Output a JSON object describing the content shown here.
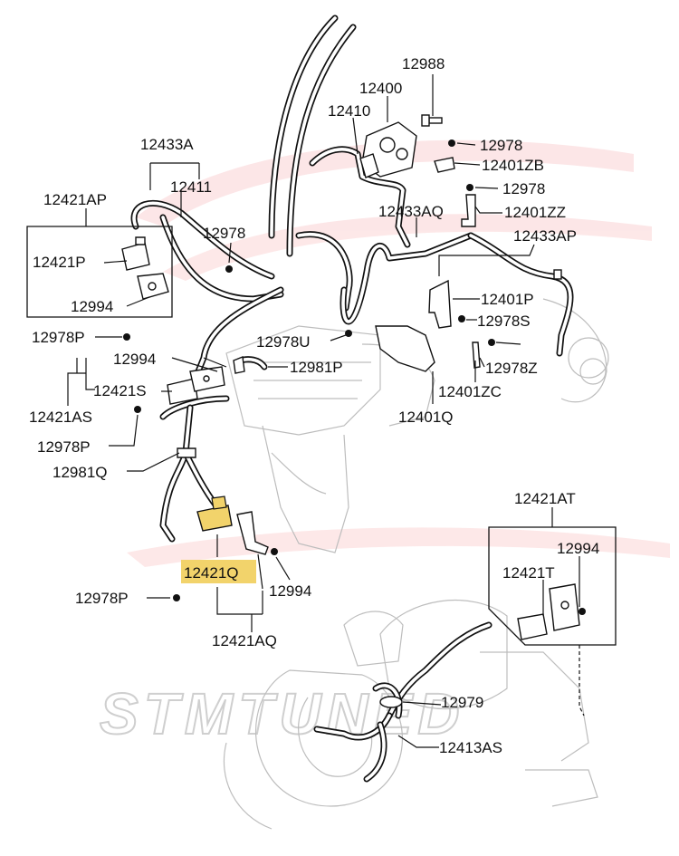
{
  "watermark": "STMTUNED",
  "highlight_color": "#f2d36b",
  "accent_color": "#e8191f",
  "labels": {
    "p12988": "12988",
    "p12400": "12400",
    "p12410": "12410",
    "p12978_a": "12978",
    "p12401ZB": "12401ZB",
    "p12978_b": "12978",
    "p12401ZZ": "12401ZZ",
    "p12433A": "12433A",
    "p12411": "12411",
    "p12421AP": "12421AP",
    "p12978_c": "12978",
    "p12433AQ": "12433AQ",
    "p12433AP": "12433AP",
    "p12421P": "12421P",
    "p12994_a": "12994",
    "p12401P": "12401P",
    "p12978S": "12978S",
    "p12978P_a": "12978P",
    "p12978U": "12978U",
    "p12994_b": "12994",
    "p12981P": "12981P",
    "p12978Z": "12978Z",
    "p12421S": "12421S",
    "p12401ZC": "12401ZC",
    "p12421AS": "12421AS",
    "p12401Q": "12401Q",
    "p12978P_b": "12978P",
    "p12981Q": "12981Q",
    "p12421AT": "12421AT",
    "p12994_c": "12994",
    "p12421T": "12421T",
    "p12421Q": "12421Q",
    "p12978P_c": "12978P",
    "p12994_d": "12994",
    "p12421AQ": "12421AQ",
    "p12979": "12979",
    "p12413AS": "12413AS"
  }
}
